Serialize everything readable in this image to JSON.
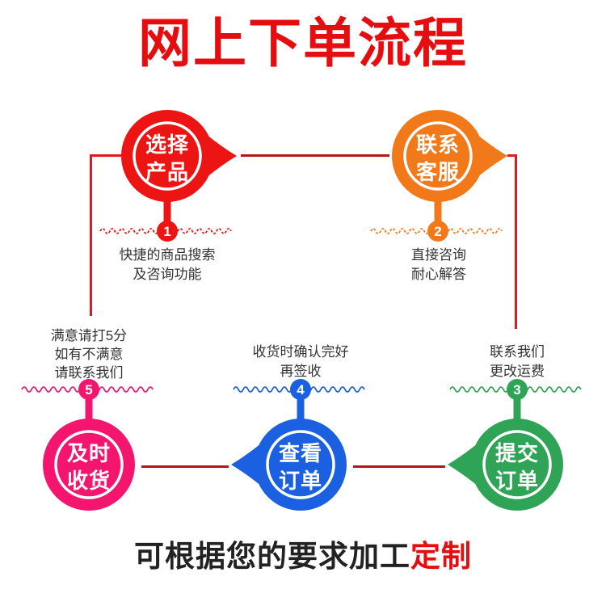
{
  "title": "网上下单流程",
  "footer": {
    "text_black": "可根据您的要求加工",
    "text_red": "定制"
  },
  "steps": [
    {
      "number": "1",
      "label_line1": "选择",
      "label_line2": "产品",
      "desc_line1": "快捷的商品搜索",
      "desc_line2": "及咨询功能",
      "desc_line3": "",
      "color": "#ed1414"
    },
    {
      "number": "2",
      "label_line1": "联系",
      "label_line2": "客服",
      "desc_line1": "直接咨询",
      "desc_line2": "耐心解答",
      "desc_line3": "",
      "color": "#f2791a"
    },
    {
      "number": "3",
      "label_line1": "提交",
      "label_line2": "订单",
      "desc_line1": "联系我们",
      "desc_line2": "更改运费",
      "desc_line3": "",
      "color": "#2fa356"
    },
    {
      "number": "4",
      "label_line1": "查看",
      "label_line2": "订单",
      "desc_line1": "收货时确认完好",
      "desc_line2": "再签收",
      "desc_line3": "",
      "color": "#1a60e0"
    },
    {
      "number": "5",
      "label_line1": "及时",
      "label_line2": "收货",
      "desc_line1": "满意请打5分",
      "desc_line2": "如有不满意",
      "desc_line3": "请联系我们",
      "color": "#f4156e"
    }
  ],
  "colors": {
    "title_red": "#e60d10",
    "connector_dark_red": "#b2161b",
    "connector_bright_red": "#e0191c",
    "description_text": "#333333",
    "background": "#ffffff"
  }
}
